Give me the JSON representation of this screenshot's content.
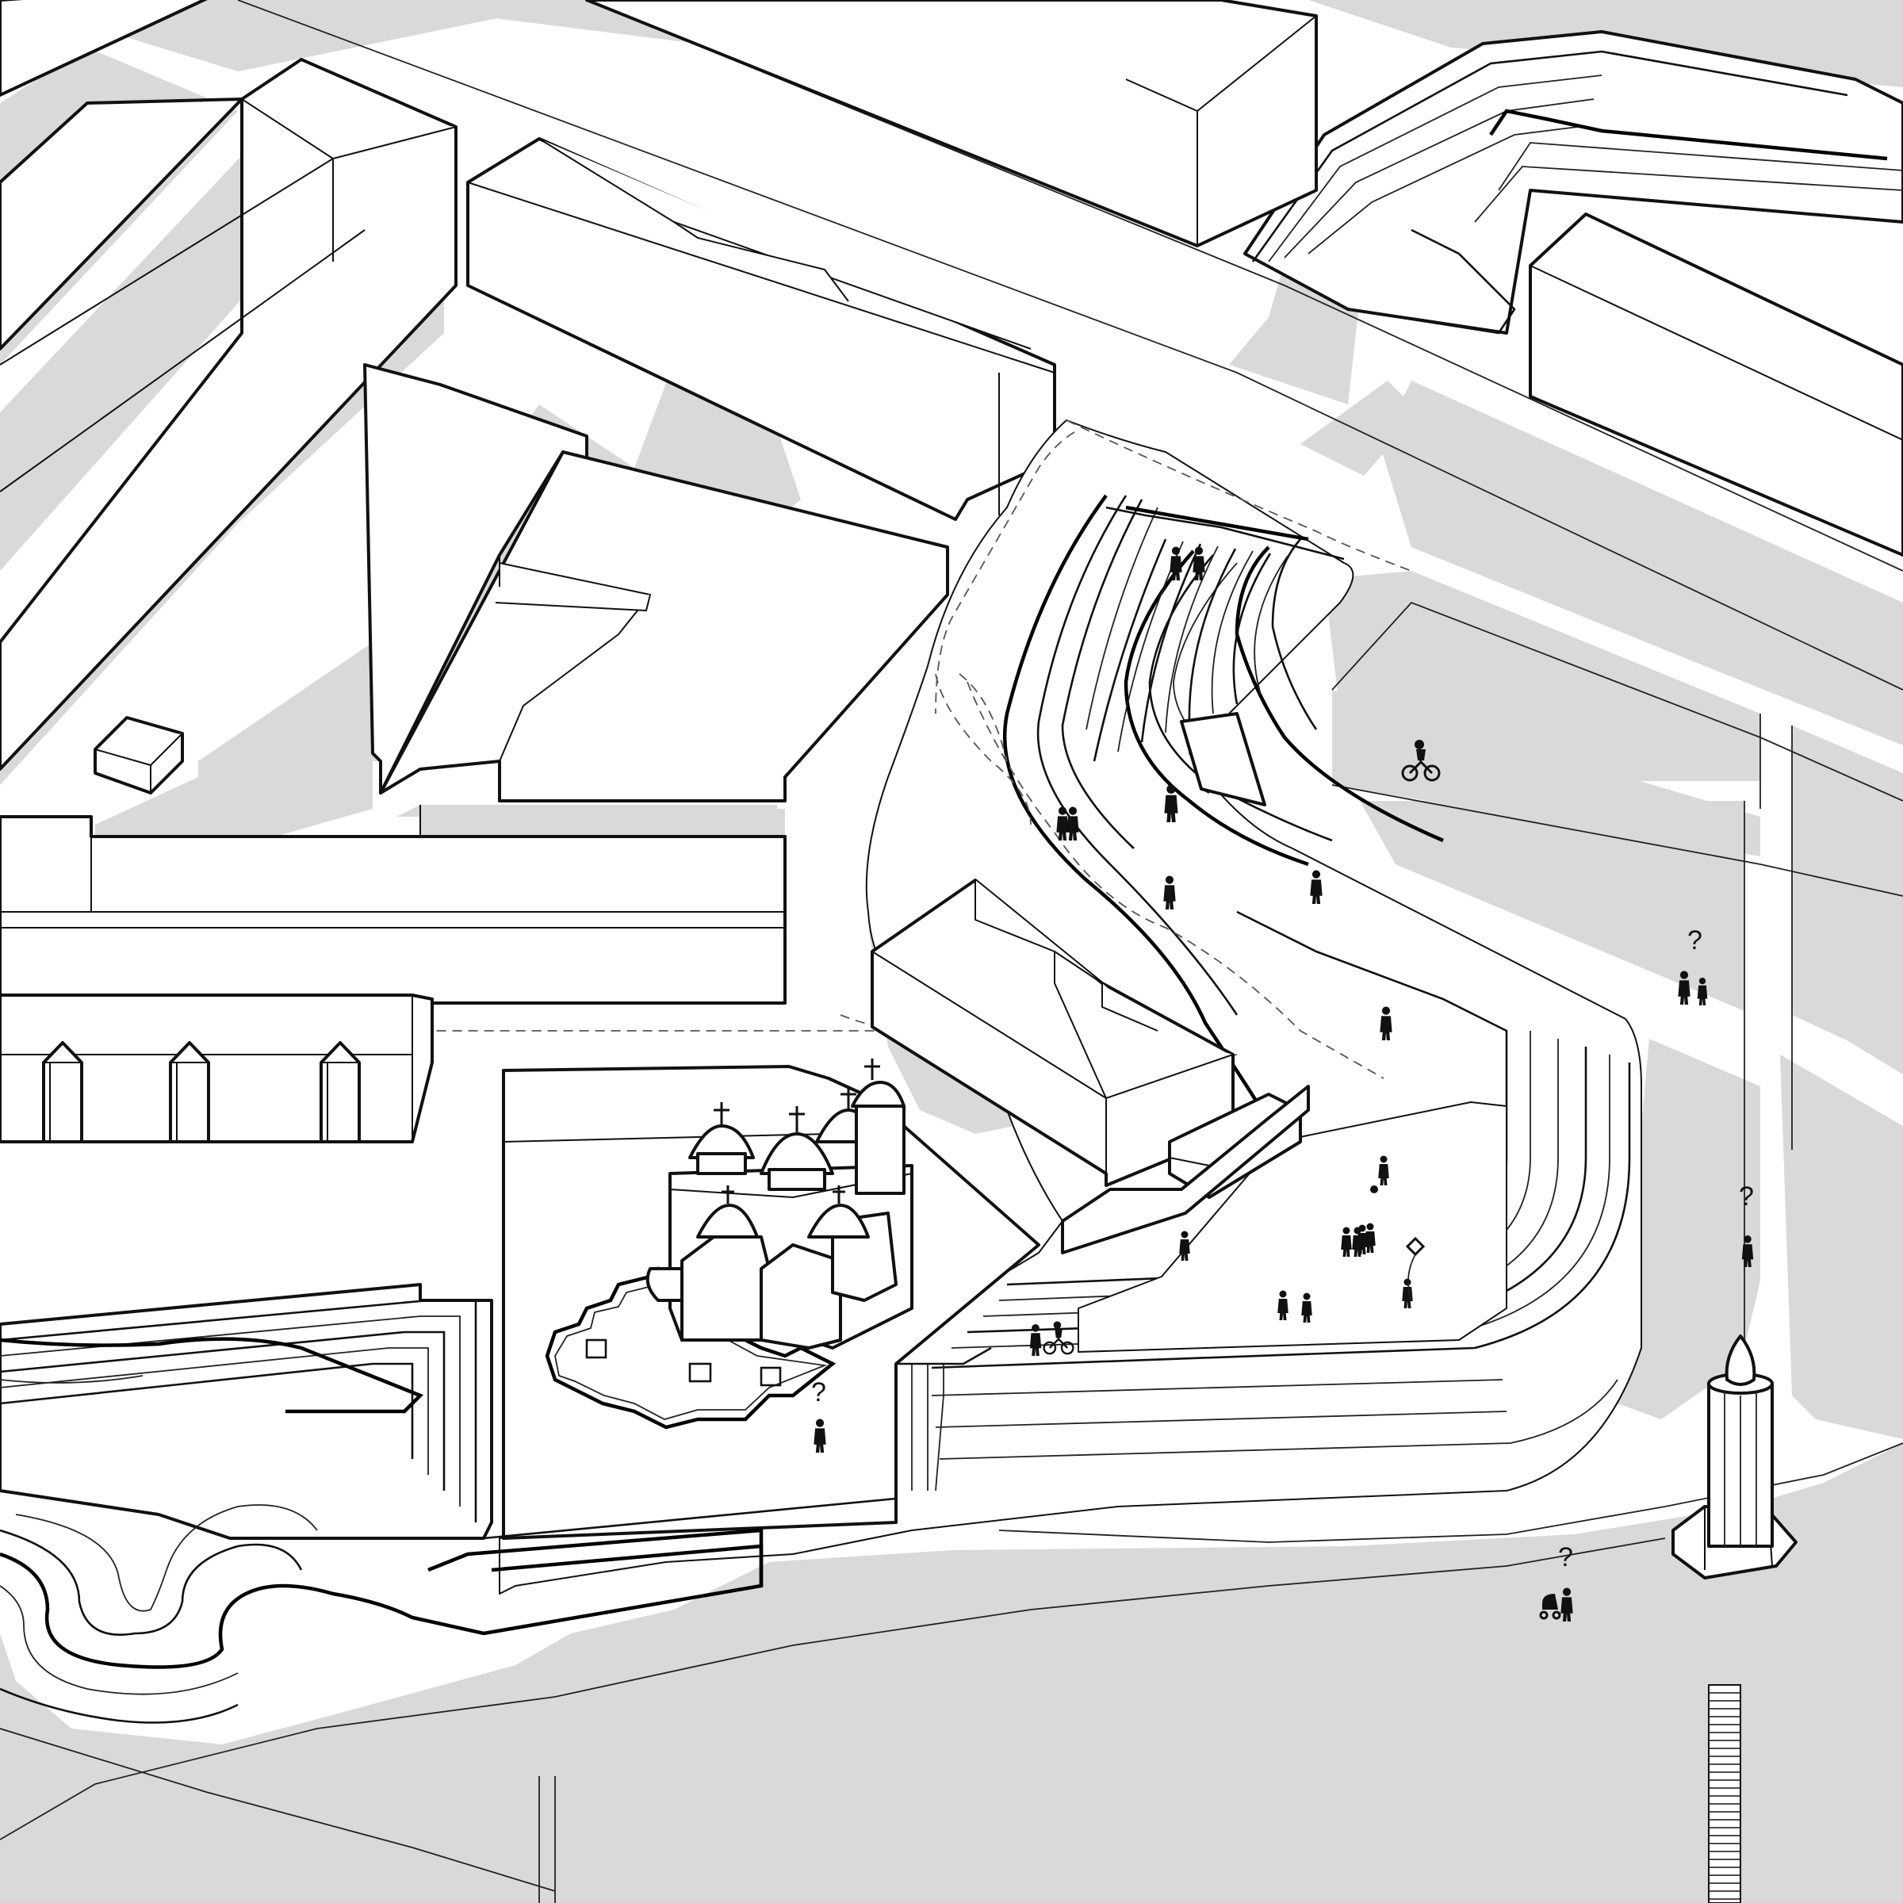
{
  "drawing": {
    "kind": "axonometric urban site diagram",
    "background_color": "#ffffff",
    "ground_fill_color": "#d9d9d9",
    "line_color": "#111111"
  },
  "question_marks": [
    {
      "id": "church",
      "text": "?"
    },
    {
      "id": "sidewalk-upper",
      "text": "?"
    },
    {
      "id": "sidewalk-middle",
      "text": "?"
    },
    {
      "id": "candle-plaza",
      "text": "?"
    }
  ],
  "features": {
    "buildings": [
      "north-row-blocks",
      "west-courtyard-block",
      "small-house",
      "long-arcade-block",
      "orthodox-church",
      "slope-building",
      "east-corner-block"
    ],
    "landscape": [
      "terraced-slope",
      "stepped-park-mound",
      "north-terraced-mound",
      "meandering-path"
    ],
    "monument": "candle-monument",
    "figures": [
      "walking-couple",
      "cyclist",
      "runner",
      "skateboarder",
      "dog-walker",
      "family-group",
      "kite-child",
      "stroller-walker",
      "lone-visitor"
    ]
  }
}
